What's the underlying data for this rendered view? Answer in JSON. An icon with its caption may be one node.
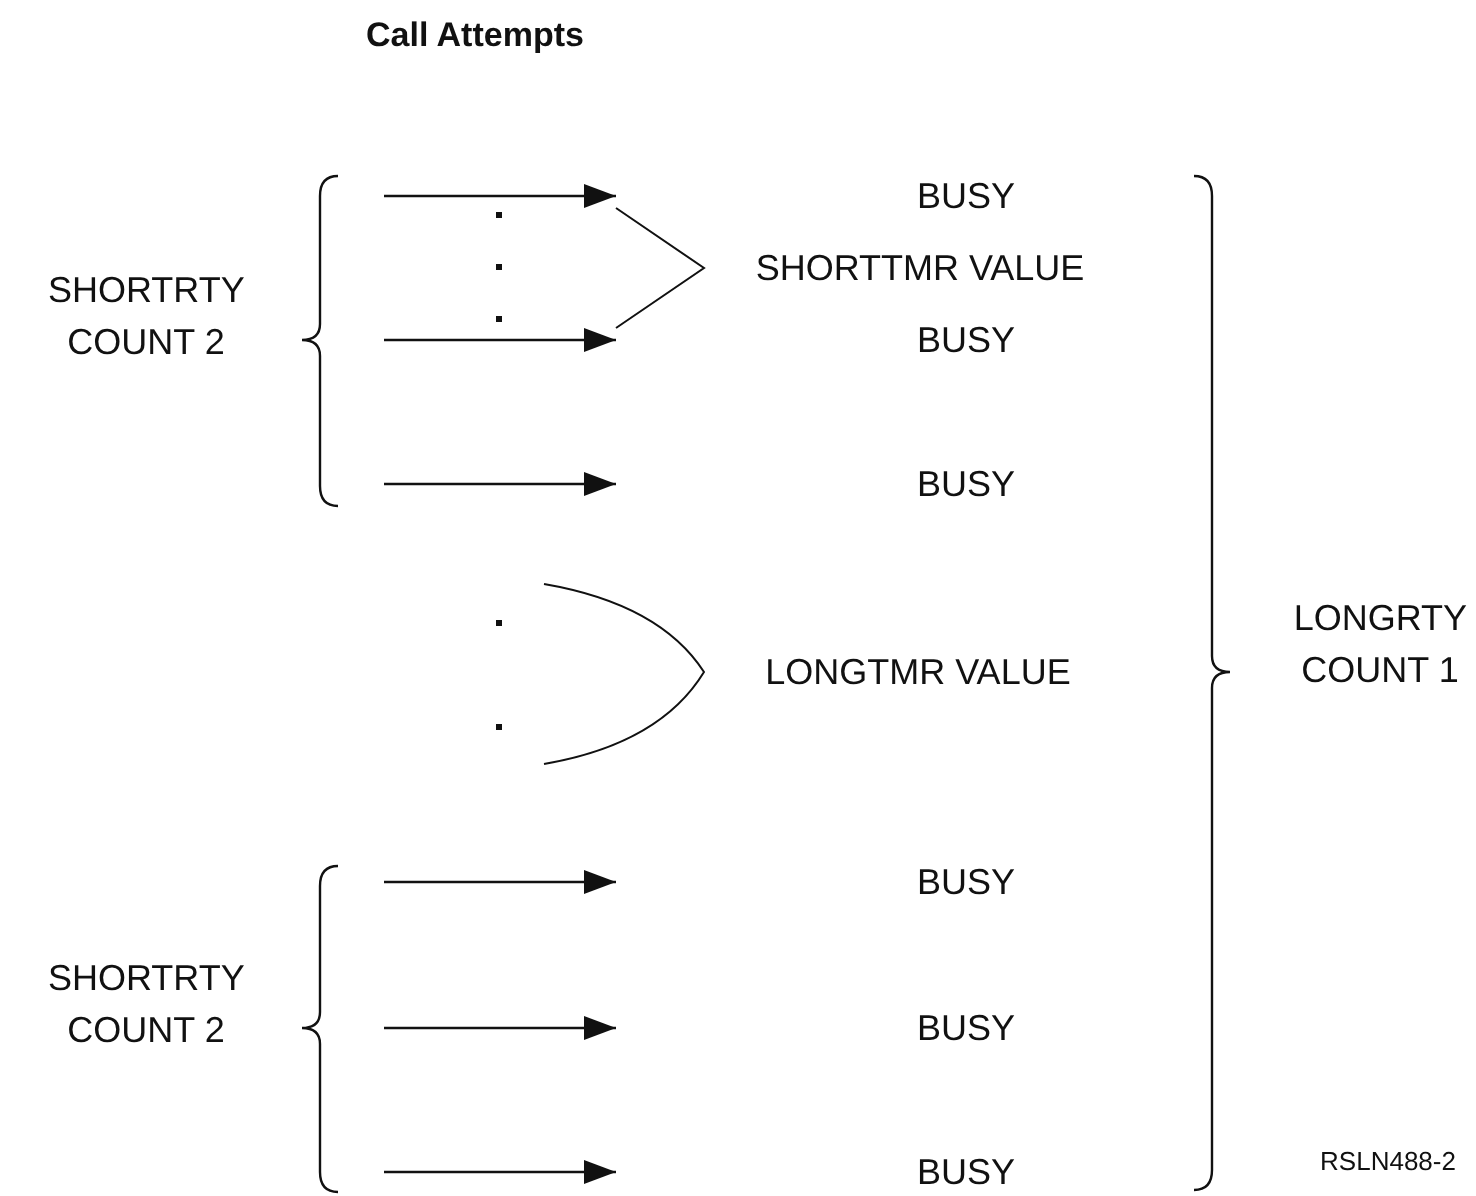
{
  "diagram": {
    "title": "Call Attempts",
    "nodes": [
      {
        "text": [
          "BUSY"
        ]
      },
      {
        "text": [
          "BUSY"
        ]
      },
      {
        "text": [
          "BUSY"
        ]
      },
      {
        "text": [
          "BUSY"
        ]
      },
      {
        "text": [
          "BUSY"
        ]
      },
      {
        "text": [
          "BUSY"
        ]
      }
    ],
    "labels": [
      "SHORTRTY COUNT 2",
      "SHORTTMR VALUE",
      "LONGTMR VALUE",
      "LONGRTY COUNT 1",
      "SHORTRTY COUNT 2",
      "RSLN488-2"
    ]
  }
}
